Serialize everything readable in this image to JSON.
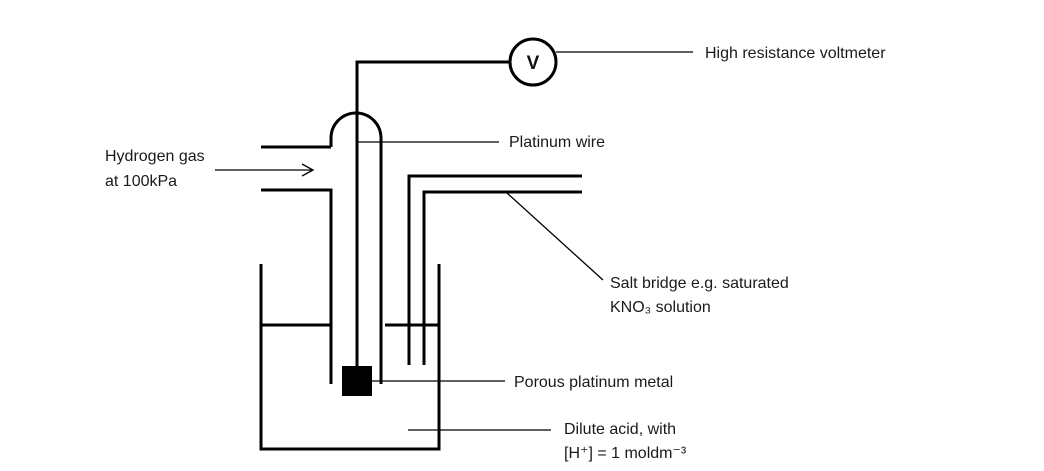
{
  "diagram": {
    "voltmeter_symbol": "V",
    "labels": {
      "voltmeter": "High resistance voltmeter",
      "platinum_wire": "Platinum wire",
      "hydrogen_line1": "Hydrogen gas",
      "hydrogen_line2": "at 100kPa",
      "salt_bridge_line1": "Salt bridge e.g. saturated",
      "salt_bridge_line2": "KNO₃ solution",
      "porous_platinum": "Porous platinum metal",
      "acid_line1": "Dilute acid, with",
      "acid_line2": "[H⁺] = 1 moldm⁻³"
    }
  }
}
